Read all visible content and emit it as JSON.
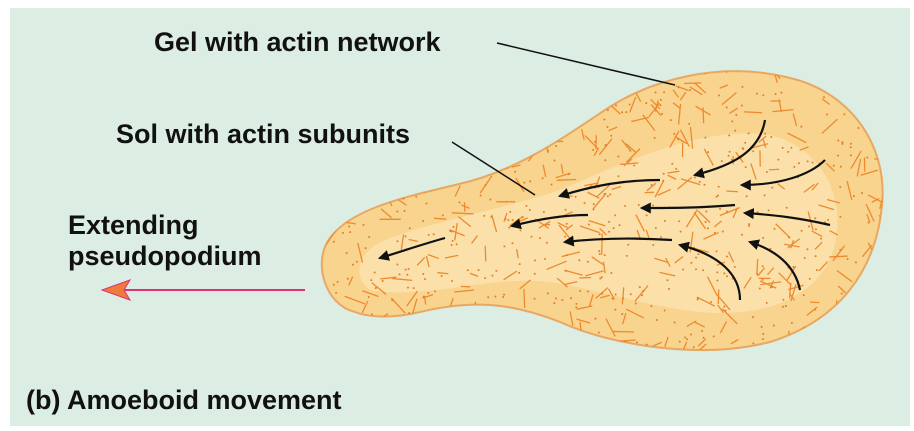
{
  "labels": {
    "gel": "Gel with actin network",
    "sol": "Sol with actin subunits",
    "extending_line1": "Extending",
    "extending_line2": "pseudopodium",
    "caption": "(b) Amoeboid movement"
  },
  "colors": {
    "background": "#dcede3",
    "cell_outer": "#f8d48f",
    "cell_inner": "#fbe1ad",
    "gel_fibers": "#ee8a2e",
    "sol_dots": "#e07f2a",
    "flow_arrows": "#111111",
    "direction_arrow": "#e0307a",
    "direction_arrowhead": "#f07a3a"
  }
}
